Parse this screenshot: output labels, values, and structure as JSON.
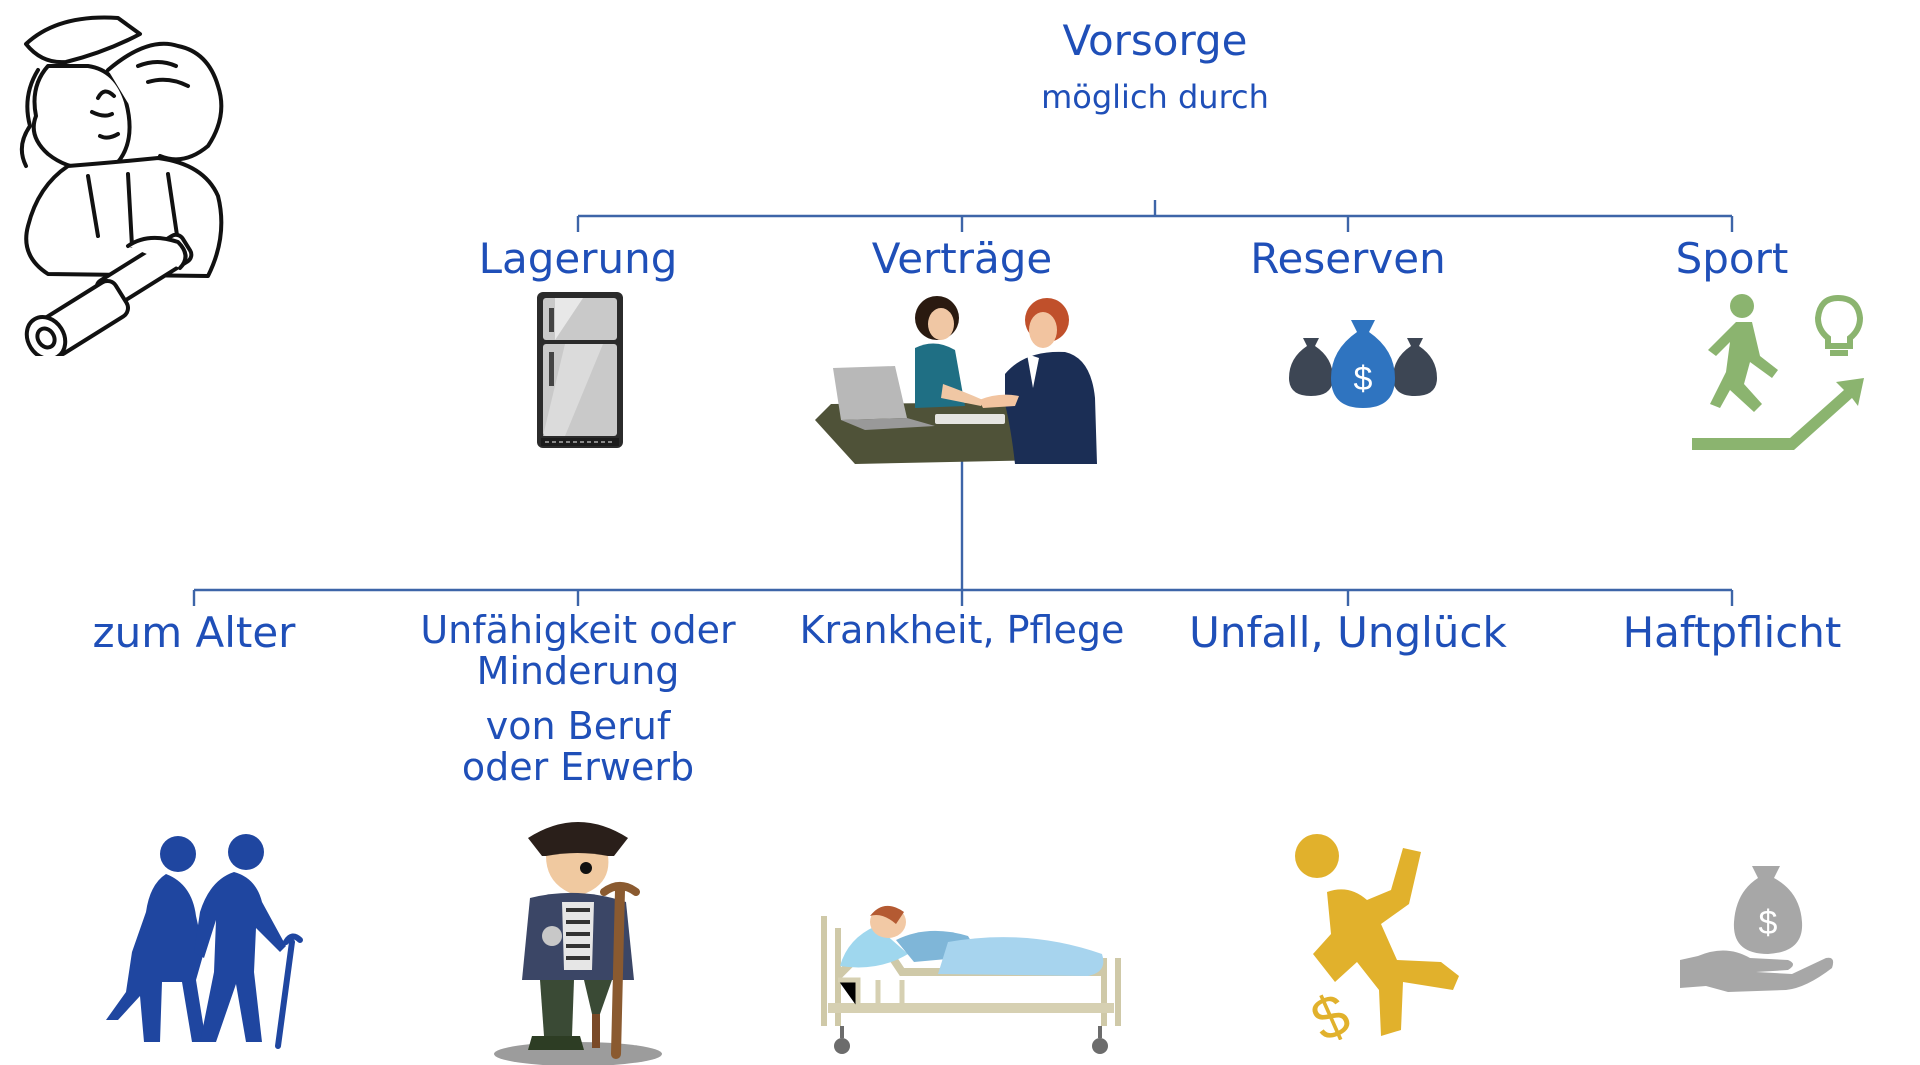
{
  "root": {
    "title": "Vorsorge",
    "subtitle": "möglich durch"
  },
  "level1": [
    {
      "label": "Lagerung",
      "icon": "refrigerator-icon"
    },
    {
      "label": "Verträge",
      "icon": "business-meeting-icon"
    },
    {
      "label": "Reserven",
      "icon": "money-bags-icon"
    },
    {
      "label": "Sport",
      "icon": "running-person-growth-icon"
    }
  ],
  "level2": [
    {
      "label": "zum Alter",
      "icon": "elderly-couple-icon"
    },
    {
      "label_line1": "Unfähigkeit oder",
      "label_line2": "Minderung",
      "label_line3": "von Beruf",
      "label_line4": "oder Erwerb",
      "icon": "pirate-with-crutch-icon"
    },
    {
      "label": "Krankheit, Pflege",
      "icon": "patient-in-bed-icon"
    },
    {
      "label": "Unfall, Unglück",
      "icon": "slipping-person-icon"
    },
    {
      "label": "Haftpflicht",
      "icon": "hand-holding-money-bag-icon"
    }
  ],
  "decoration": {
    "icon": "lookout-with-spyglass-icon"
  },
  "colors": {
    "label_text": "#1f4fb8",
    "connector": "#3d65a8",
    "elderly": "#1f46a0",
    "accident": "#e1b12c",
    "sport": "#8bb46f",
    "money_bag_blue": "#2f74c0",
    "money_bag_dark": "#3d4654",
    "liability": "#a7a7a7"
  }
}
